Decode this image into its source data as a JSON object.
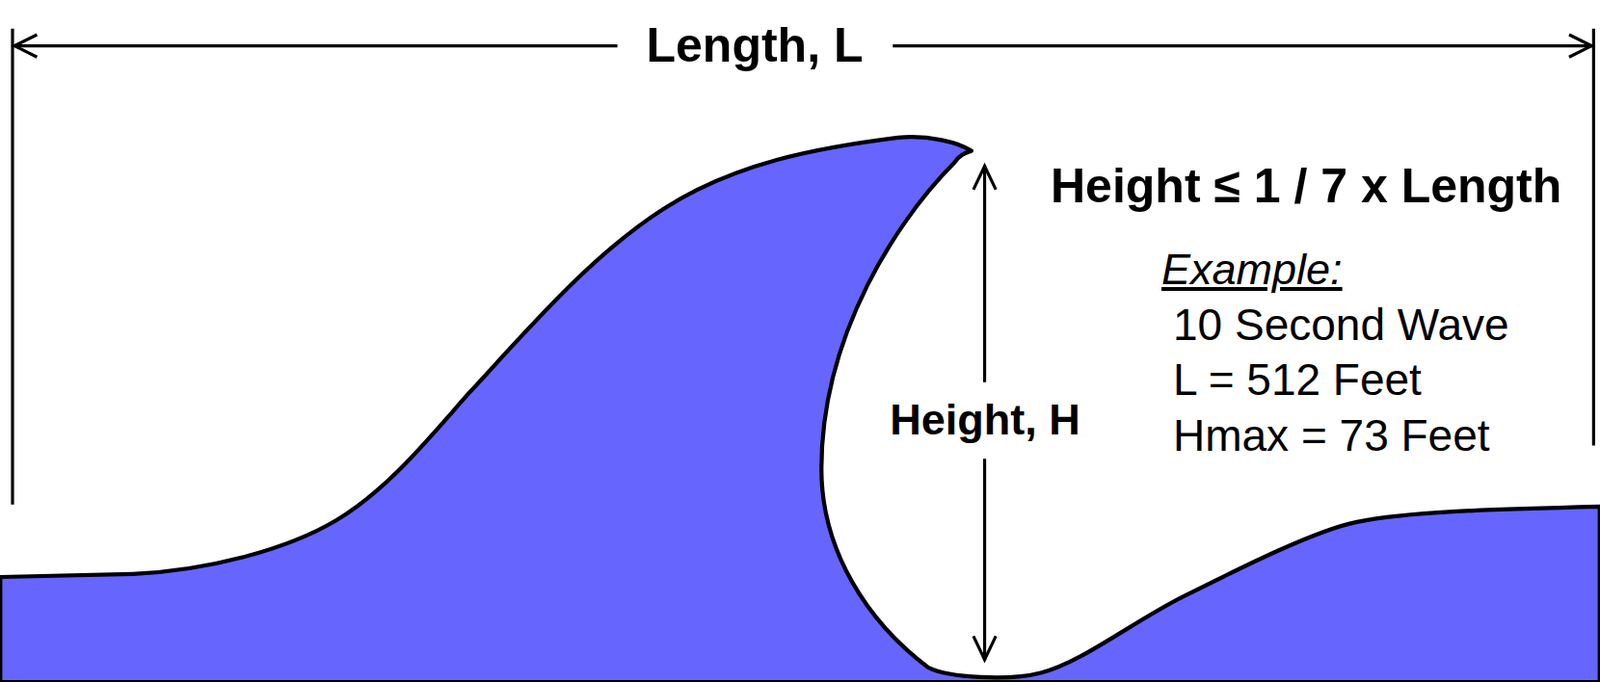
{
  "diagram": {
    "labels": [
      "Length, L",
      "Height ≤ 1 / 7 x Length",
      "Example:",
      "10 Second Wave",
      "L = 512 Feet",
      "Hmax = 73 Feet",
      "Height, H"
    ]
  }
}
